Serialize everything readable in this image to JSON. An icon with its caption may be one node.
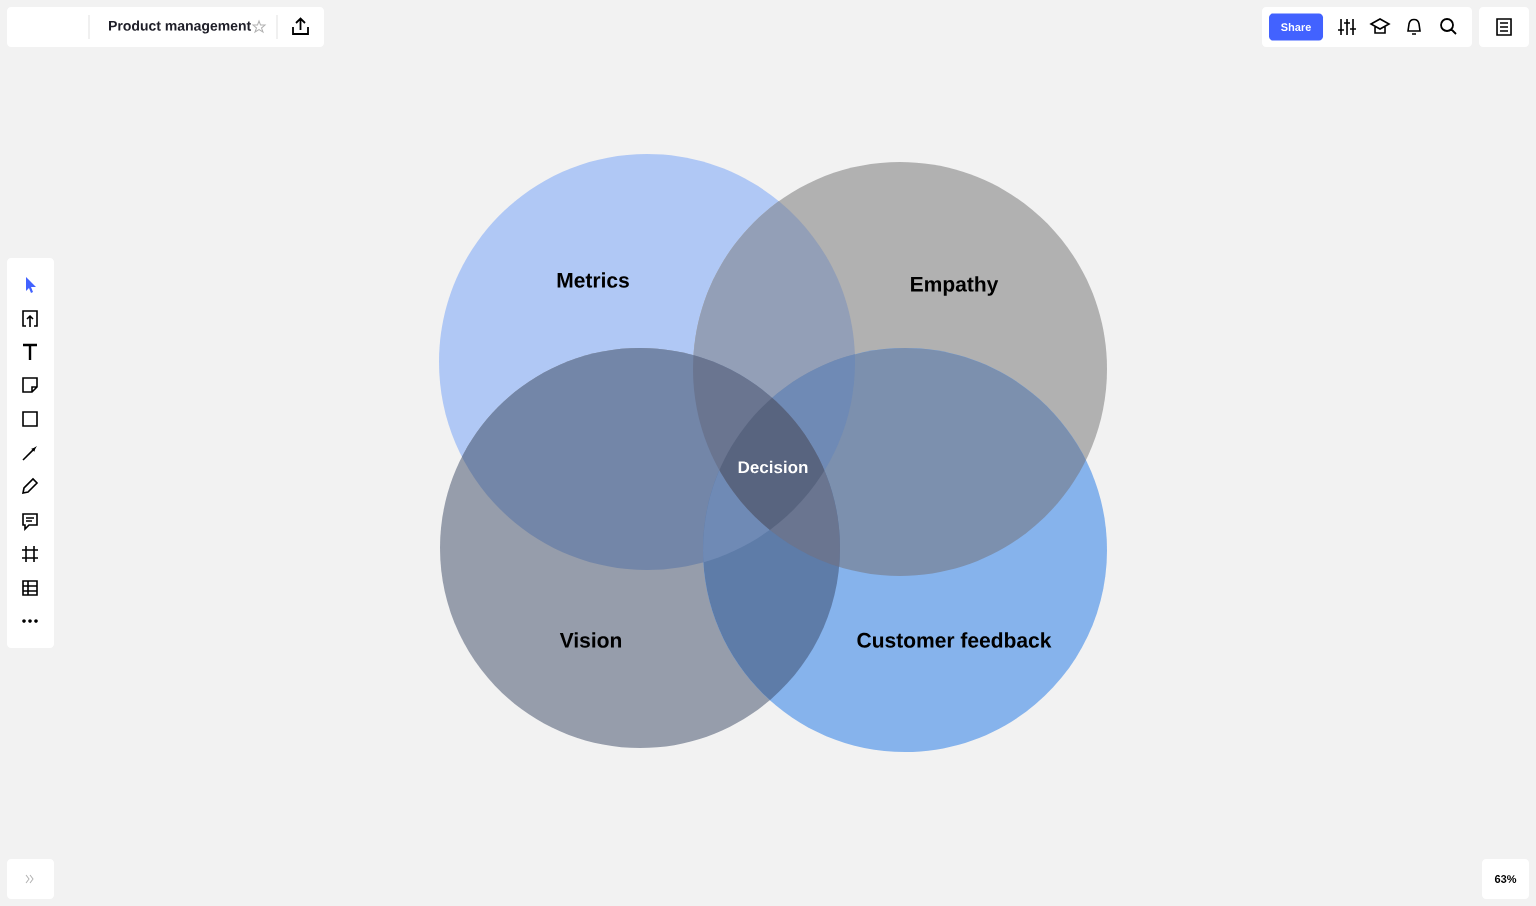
{
  "diagram": {
    "nodes": [
      {
        "text": [
          "Metrics"
        ]
      },
      {
        "text": [
          "Empathy"
        ]
      },
      {
        "text": [
          "Vision"
        ]
      },
      {
        "text": [
          "Customer feedback"
        ]
      }
    ],
    "labels": [
      "Product management",
      "Share",
      "Decision",
      "63%"
    ]
  }
}
